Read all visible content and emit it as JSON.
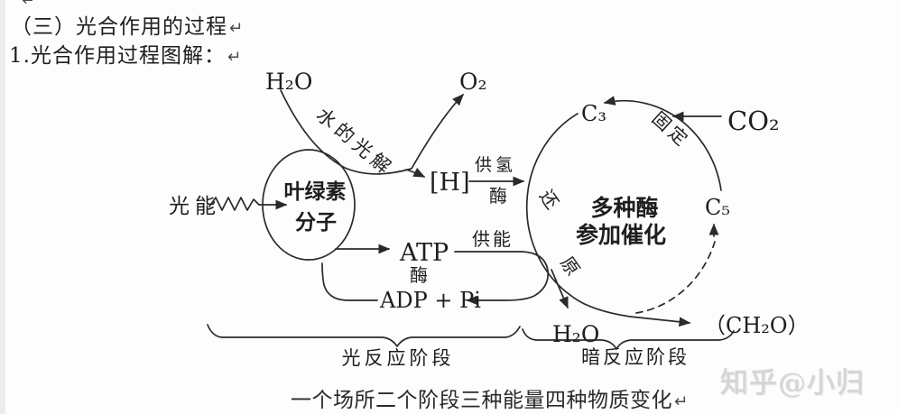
{
  "page": {
    "pilcrow": "↵",
    "heading_line1": "（三）光合作用的过程",
    "heading_line2": "1.光合作用过程图解：",
    "caption": "一个场所二个阶段三种能量四种物质变化",
    "watermark": "知乎@小归"
  },
  "diagram": {
    "molecules": {
      "h2o_top": "H₂O",
      "o2": "O₂",
      "h_carrier": "[H]",
      "atp": "ATP",
      "adp_pi": "ADP + Pi",
      "c3": "C₃",
      "c5": "C₅",
      "co2": "CO₂",
      "h2o_bottom": "H₂O",
      "ch2o": "（CH₂O）"
    },
    "labels": {
      "light_energy": "光能",
      "water_photolysis": "水的光解",
      "chlorophyll_line1": "叶绿素",
      "chlorophyll_line2": "分子",
      "atp_enzyme": "酶",
      "hydrogen_supply": "供氢",
      "hydrogen_enzyme": "酶",
      "energy_supply": "供能",
      "fixation": "固定",
      "reduction_char1": "还",
      "reduction_char2": "原",
      "enzymes_line1": "多种酶",
      "enzymes_line2": "参加催化",
      "light_stage": "光反应阶段",
      "dark_stage": "暗反应阶段"
    },
    "colors": {
      "ink": "#2a2a2a",
      "watermark": "#d6d6d6"
    }
  }
}
